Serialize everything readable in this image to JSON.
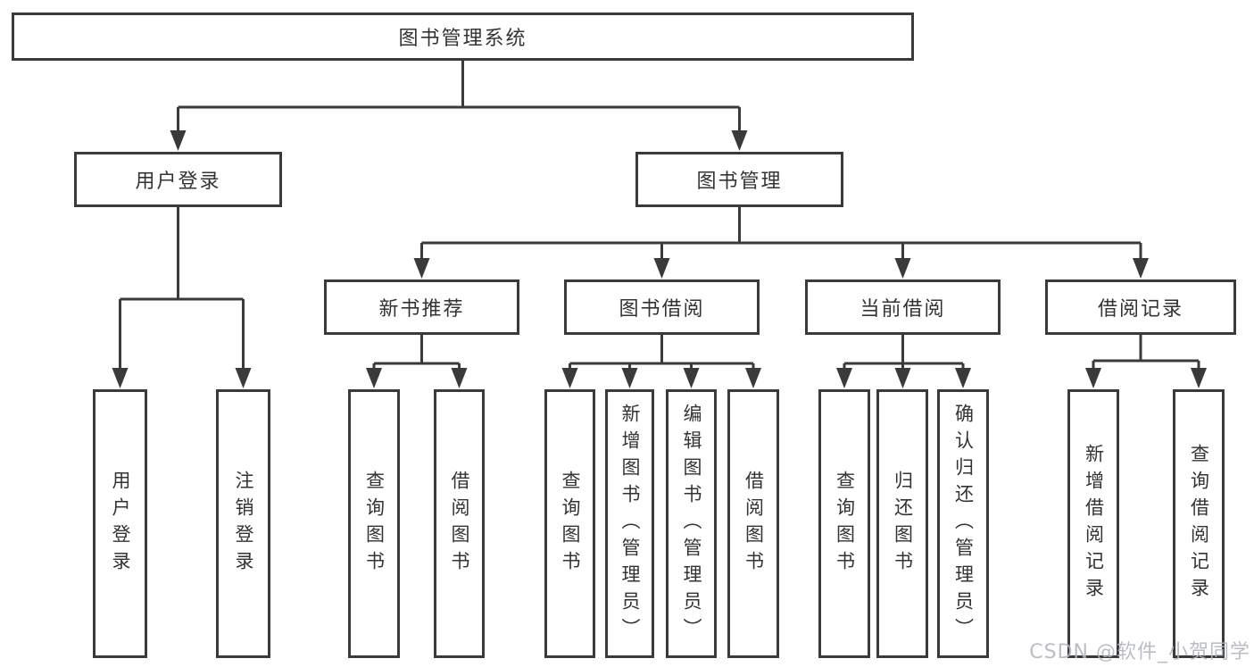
{
  "diagram": {
    "root": {
      "label": "图书管理系统"
    },
    "branches": [
      {
        "label": "用户登录",
        "children": [
          {
            "label": "用户登录"
          },
          {
            "label": "注销登录"
          }
        ]
      },
      {
        "label": "图书管理",
        "children": [
          {
            "label": "新书推荐",
            "children": [
              {
                "label": "查询图书"
              },
              {
                "label": "借阅图书"
              }
            ]
          },
          {
            "label": "图书借阅",
            "children": [
              {
                "label": "查询图书"
              },
              {
                "label": "新增图书（管理员）"
              },
              {
                "label": "编辑图书（管理员）"
              },
              {
                "label": "借阅图书"
              }
            ]
          },
          {
            "label": "当前借阅",
            "children": [
              {
                "label": "查询图书"
              },
              {
                "label": "归还图书"
              },
              {
                "label": "确认归还（管理员）"
              }
            ]
          },
          {
            "label": "借阅记录",
            "children": [
              {
                "label": "新增借阅记录"
              },
              {
                "label": "查询借阅记录"
              }
            ]
          }
        ]
      }
    ]
  },
  "watermark": {
    "text": "CSDN @软件_小贺同学"
  },
  "colors": {
    "line": "#3a3a3a",
    "text": "#333333",
    "watermark": "#b3b7bd",
    "background": "#ffffff"
  }
}
